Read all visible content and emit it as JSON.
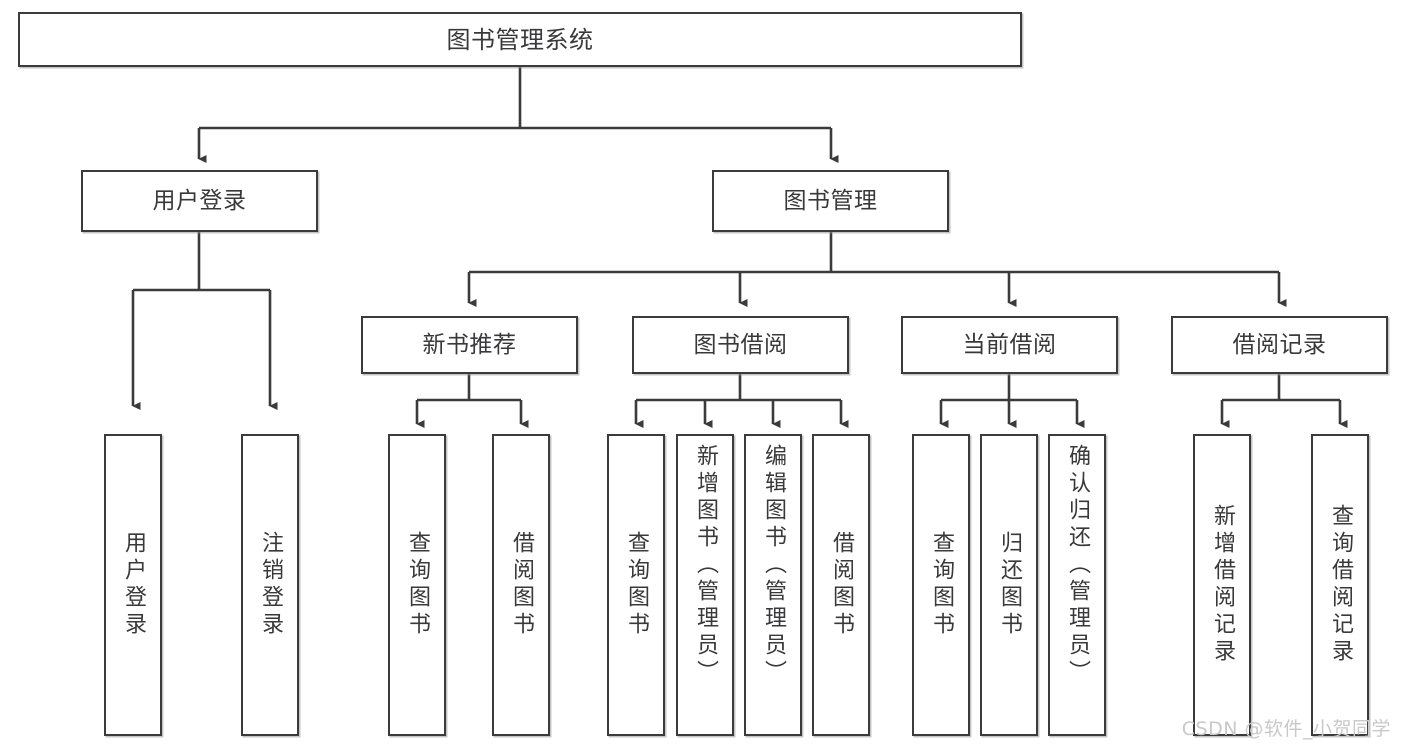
{
  "diagram": {
    "title": "图书管理系统",
    "type": "tree",
    "watermark": "CSDN @软件_小贺同学",
    "colors": {
      "box_border": "#3b3b3b",
      "box_fill": "#ffffff",
      "text": "#39393b",
      "connector": "#3b3b3b",
      "watermark": "#c9c9c9",
      "page_background": "#ffffff"
    },
    "levels": {
      "level_1": "系统",
      "level_2": "主模块",
      "level_3": "子模块",
      "level_4": "功能项"
    }
  },
  "nodes": {
    "root": {
      "label": "图书管理系统"
    },
    "level2": [
      {
        "label": "用户登录"
      },
      {
        "label": "图书管理"
      }
    ],
    "level3": [
      {
        "label": "新书推荐"
      },
      {
        "label": "图书借阅"
      },
      {
        "label": "当前借阅"
      },
      {
        "label": "借阅记录"
      }
    ],
    "leaves_user_login": [
      {
        "label": "用户登录"
      },
      {
        "label": "注销登录"
      }
    ],
    "leaves_new_book": [
      {
        "label": "查询图书"
      },
      {
        "label": "借阅图书"
      }
    ],
    "leaves_borrow": [
      {
        "label": "查询图书"
      },
      {
        "label": "新增图书（管理员）"
      },
      {
        "label": "编辑图书（管理员）"
      },
      {
        "label": "借阅图书"
      }
    ],
    "leaves_current": [
      {
        "label": "查询图书"
      },
      {
        "label": "归还图书"
      },
      {
        "label": "确认归还（管理员）"
      }
    ],
    "leaves_record": [
      {
        "label": "新增借阅记录"
      },
      {
        "label": "查询借阅记录"
      }
    ]
  },
  "tree_structure": {
    "图书管理系统": {
      "用户登录": [
        "用户登录",
        "注销登录"
      ],
      "图书管理": {
        "新书推荐": [
          "查询图书",
          "借阅图书"
        ],
        "图书借阅": [
          "查询图书",
          "新增图书（管理员）",
          "编辑图书（管理员）",
          "借阅图书"
        ],
        "当前借阅": [
          "查询图书",
          "归还图书",
          "确认归还（管理员）"
        ],
        "借阅记录": [
          "新增借阅记录",
          "查询借阅记录"
        ]
      }
    }
  }
}
